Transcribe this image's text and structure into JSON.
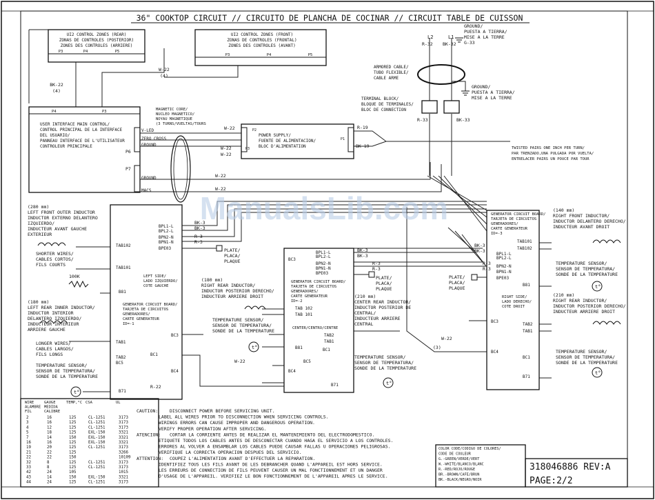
{
  "title": "36\" COOKTOP CIRCUIT // CIRCUITO DE PLANCHA DE COCINAR // CIRCUIT TABLE DE CUISSON",
  "watermark": "ManualsLib.com",
  "rear_zones": {
    "lines": [
      "UI2 CONTROL ZONES (REAR)",
      "ZONAS DE CONTROLES (POSTERIOR)",
      "ZONES DES CONTROLES (ARRIERE)"
    ],
    "pins": [
      "P3",
      "P4",
      "P5"
    ]
  },
  "front_zones": {
    "lines": [
      "UI2 CONTROL ZONES (FRONT)",
      "ZONAS DE CONTROLES (FRONTAL)",
      "ZONES DES CONTROLES (AVANT)"
    ],
    "pins": [
      "P3",
      "P4",
      "P5"
    ]
  },
  "wire_labels": {
    "w22_4": [
      "W-22",
      "(4)"
    ],
    "bk22_4": [
      "BK-22",
      "(4)"
    ],
    "w22": "W-22",
    "r19": "R-19",
    "bk19": "BK-19",
    "bk3": "BK-3",
    "r3": "R-3",
    "w22_3": [
      "W-22",
      "(3)"
    ],
    "r22": "R-22"
  },
  "main_control": {
    "lines": [
      "USER INTERFACE MAIN CONTROL/",
      "CONTROL PRINCIPAL DE LA INTERFACE",
      "DEL USUARIO/",
      "PANNEAU INTERFACE DE L'UTILISATEUR",
      "CONTROLEUR PRINCIPALE"
    ],
    "pins": [
      "P4",
      "P3"
    ],
    "side_pins": [
      "P6",
      "P7"
    ],
    "signals": [
      "V-LED",
      "ZERO CROSS",
      "GROUND",
      "GROUND",
      "MACS"
    ]
  },
  "magnetic_core": [
    "MAGNETIC CORE/",
    "NUCLEO MAGNETICO/",
    "NOYAU MAGNETIQUE",
    "(3 TURNS/VUELTAS/TOURS"
  ],
  "power_supply": {
    "lines": [
      "POWER SUPPLY/",
      "FUENTE DE ALIMENTACION/",
      "BLOC D'ALIMENTATION"
    ],
    "pins": [
      "P2",
      "P3",
      "P1"
    ]
  },
  "mains": {
    "l2": "L2",
    "l1": "L1",
    "r32": "R-32",
    "bk32": "BK-32",
    "ground_top": [
      "GROUND/",
      "PUESTA A TIERRA/",
      "MISE A LA TERRE",
      "G-33"
    ],
    "armored": [
      "ARMORED CABLE/",
      "TUBO FLEXIBLE/",
      "CABLE ARME"
    ],
    "ground_mid": [
      "GROUND/",
      "PUESTA A TIERRA/",
      "MISE A LA TERRE"
    ],
    "terminal_block": [
      "TERMINAL BLOCK/",
      "BLOQUE DE TERMINALES/",
      "BLOC DE CONNECTION"
    ],
    "r33": "R-33",
    "bk33": "BK-33"
  },
  "twisted": [
    "TWISTED PAIRS ONE INCH PER TURN/",
    "PAR TRENZADO,UNA PULGADA POR VUELTA/",
    "ENTRELACER PAIRS UN POUCE PAR TOUR"
  ],
  "left_inductor": [
    "(280 mm)",
    "LEFT FRONT OUTER INDUCTOR",
    "INDUCTOR EXTERNO DELANTERO",
    "IZQUIERDO/",
    "INDUCTEUR AVANT GAUCHE",
    "EXTERIEUR"
  ],
  "shorter_wires": [
    "SHORTER WIRES/",
    "CABLES CORTOS/",
    "FILS COURTS"
  ],
  "resistor": "100K",
  "left_inner": [
    "(180 mm)",
    "LEFT REAR INNER INDUCTOR/",
    "INDUCTOR INTERIOR",
    "DELANTERO IZQUIERDO/",
    "INDUCTEUR INTERIEUR",
    "ARRIERE GAUCHE"
  ],
  "longer_wires": [
    "LONGER WIRES/",
    "CABLES LARGOS/",
    "FILS LONGS"
  ],
  "temp_sensor": [
    "TEMPERATURE SENSOR/",
    "SENSOR DE TEMPERATURA/",
    "SONDE DE LA TEMPERATURE"
  ],
  "left_board": {
    "side": [
      "LEFT SIDE/",
      "LADO IZQUIERDO/",
      "COTE GAUCHE"
    ],
    "desc": [
      "GENERATOR CIRCUIT BOARD/",
      "TARJETA DE CIRCUITOS",
      "GENERADORES/",
      "CARTE GENERATEUR",
      "ID=-1"
    ],
    "pins": [
      "BPL1-L",
      "BPL2-L",
      "BPN2-N",
      "BPN1-N",
      "BPE03"
    ],
    "left_pins": [
      "TAB102",
      "TAB101",
      "B81",
      "TAB1",
      "TAB2",
      "BC5",
      "B71"
    ],
    "right_pins": [
      "BC3",
      "BC4"
    ],
    "bc1": "BC1"
  },
  "plate": [
    "PLATE/",
    "PLACA/",
    "PLAQUE"
  ],
  "right_rear": [
    "(180 mm)",
    "RIGHT REAR INDUCTOR/",
    "INDUCTOR POSTERIOR DERECHO/",
    "INDUCTEUR ARRIERE DROIT"
  ],
  "center_board": {
    "pins": [
      "BPL1-L",
      "BPL2-L",
      "BPN2-N",
      "BPN1-N",
      "BPE03"
    ],
    "desc": [
      "GENERATOR CIRCUIT BOARD/",
      "TARJETA DE CIRCUITOS",
      "GENERADORES/",
      "CARTE GENERATEUR",
      "ID=-2"
    ],
    "tabs": [
      "TAB 102",
      "TAB 101"
    ],
    "center": "CENTER/CENTRO/CENTRE",
    "bottom_pins": [
      "TAB2",
      "TAB1",
      "B81",
      "BC5",
      "BC1",
      "BC4",
      "B71",
      "BC3"
    ]
  },
  "center_inductor": [
    "(210 mm)",
    "CENTER REAR INDUCTOR/",
    "INDUCTOR POSTERIOR DE",
    "CENTRAL/",
    "INDUCTEUR ARRIERE",
    "CENTRAL"
  ],
  "right_front": [
    "(140 mm)",
    "RIGHT FRONT INDUCTOR/",
    "INDUCTOR DELANTERO DERECHO/",
    "INDUCTEUR AVANT DROIT"
  ],
  "right_board": {
    "desc": [
      "GENERATOR CIRCUIT BOARD/",
      "TARJETA DE CIRCUITOS",
      "GENERADORES/",
      "CARTE GENERATEUR",
      "ID=-3"
    ],
    "side": [
      "RIGHT SIDE/",
      "LADO DERECHO/",
      "COTE DROIT"
    ],
    "pins": [
      "BPL1-L",
      "BPL2-L",
      "BPN2-N",
      "BPN1-N",
      "BPE03"
    ],
    "right_pins": [
      "TAB101",
      "TAB102",
      "B81",
      "TAB2",
      "TAB1",
      "BC1",
      "B71"
    ],
    "left_pins": [
      "BC3",
      "BC4"
    ]
  },
  "right_rear2": [
    "(210 mm)",
    "RIGHT REAR INDUCTOR/",
    "INDUCTOR POSTERIOR DERECHO/",
    "INDUCTEUR ARRIERE DROIT"
  ],
  "wire_table": {
    "headers": [
      [
        "WIRE",
        "ALAMBRE",
        "FIL"
      ],
      [
        "GAUGE",
        "MEDIDA",
        "CALIBRE"
      ],
      [
        "TEMP,°C"
      ],
      [
        "CSA"
      ],
      [
        "UL"
      ]
    ],
    "rows": [
      [
        "2",
        "16",
        "125",
        "CL-1251",
        "3173"
      ],
      [
        "3",
        "16",
        "125",
        "CL-1251",
        "3173"
      ],
      [
        "4",
        "12",
        "125",
        "CL-1251",
        "3173"
      ],
      [
        "5",
        "18",
        "125",
        "EXL-150",
        "3321"
      ],
      [
        "7",
        "14",
        "150",
        "EXL-150",
        "3321"
      ],
      [
        "16",
        "16",
        "125",
        "EXL-150",
        "3321"
      ],
      [
        "19",
        "20",
        "125",
        "CL-1251",
        "3173"
      ],
      [
        "21",
        "22",
        "125",
        "",
        "3266"
      ],
      [
        "22",
        "22",
        "150",
        "",
        "10109"
      ],
      [
        "32",
        "8",
        "125",
        "CL-1251",
        "3173"
      ],
      [
        "33",
        "8",
        "125",
        "CL-1251",
        "3173"
      ],
      [
        "42",
        "24",
        "105",
        "",
        "1015"
      ],
      [
        "43",
        "14",
        "150",
        "EXL-150",
        "3321"
      ],
      [
        "44",
        "24",
        "125",
        "CL-1251",
        "3173"
      ]
    ]
  },
  "caution": [
    {
      "h": "CAUTION:",
      "t": "DISCONNECT POWER BEFORE SERVICING UNIT."
    },
    {
      "h": "",
      "t": "LABEL ALL WIRES PRIOR TO DISCONNECTION WHEN SERVICING CONTROLS."
    },
    {
      "h": "",
      "t": "WIRINGS ERRORS CAN CAUSE IMPROPER AND DANGEROUS OPERATION."
    },
    {
      "h": "",
      "t": "VERIFY PROPER OPERATION AFTER SERVICING."
    },
    {
      "h": "ATENCION:",
      "t": "CORTAR LA CORRIENTE ANTES DE REALIZAR EL MANTENIMIENTO DEL ELECTRODOMESTICO."
    },
    {
      "h": "",
      "t": "ETIQUETE TODOS LOS CABLES ANTES DE DESCONECTAR CUANDO HAGA EL SERVICIO A LOS CONTROLES."
    },
    {
      "h": "",
      "t": "ERRORES AL VOLVER A ENSAMBLAR LOS CABLES PUEDE CAUSAR FALLAS U OPERACIONES PELIGROSAS."
    },
    {
      "h": "",
      "t": "VERIFIQUE LA CORRECTA OPERACION DESPUES DEL SERVICIO."
    },
    {
      "h": "ATTENTION:",
      "t": "COUPEZ L'ALIMENTATION AVANT D'EFFECTUER LA REPARATION."
    },
    {
      "h": "",
      "t": "IDENTIFIEZ TOUS LES FILS AVANT DE LES DEBRANCHER QUAND L'APPAREIL EST HORS SERVICE."
    },
    {
      "h": "",
      "t": "LES ERREURS DE CONNECTION DE FILS PEUVENT CAUSER UN MAL FONCTIONNEMENT ET UN DANGER"
    },
    {
      "h": "",
      "t": "D'USAGE DE L'APPAREIL. VERIFIEZ LE BON FONCTIONNEMENT DE L'APPAREIL APRES LE SERVICE."
    }
  ],
  "color_code": [
    "COLOR CODE/CODIGO DE COLORES/",
    "CODE DE COULEUR",
    "G.-GREEN/VERDE/VERT",
    "W.-WHITE/BLANCO/BLANC",
    "R.-RED/ROJO/ROUGE",
    "BR.-BROWN/CAFE/BRUN",
    "BK.-BLACK/NEGRO/NOIR"
  ],
  "part_number": "318046886 REV:A",
  "page": "PAGE:2/2"
}
